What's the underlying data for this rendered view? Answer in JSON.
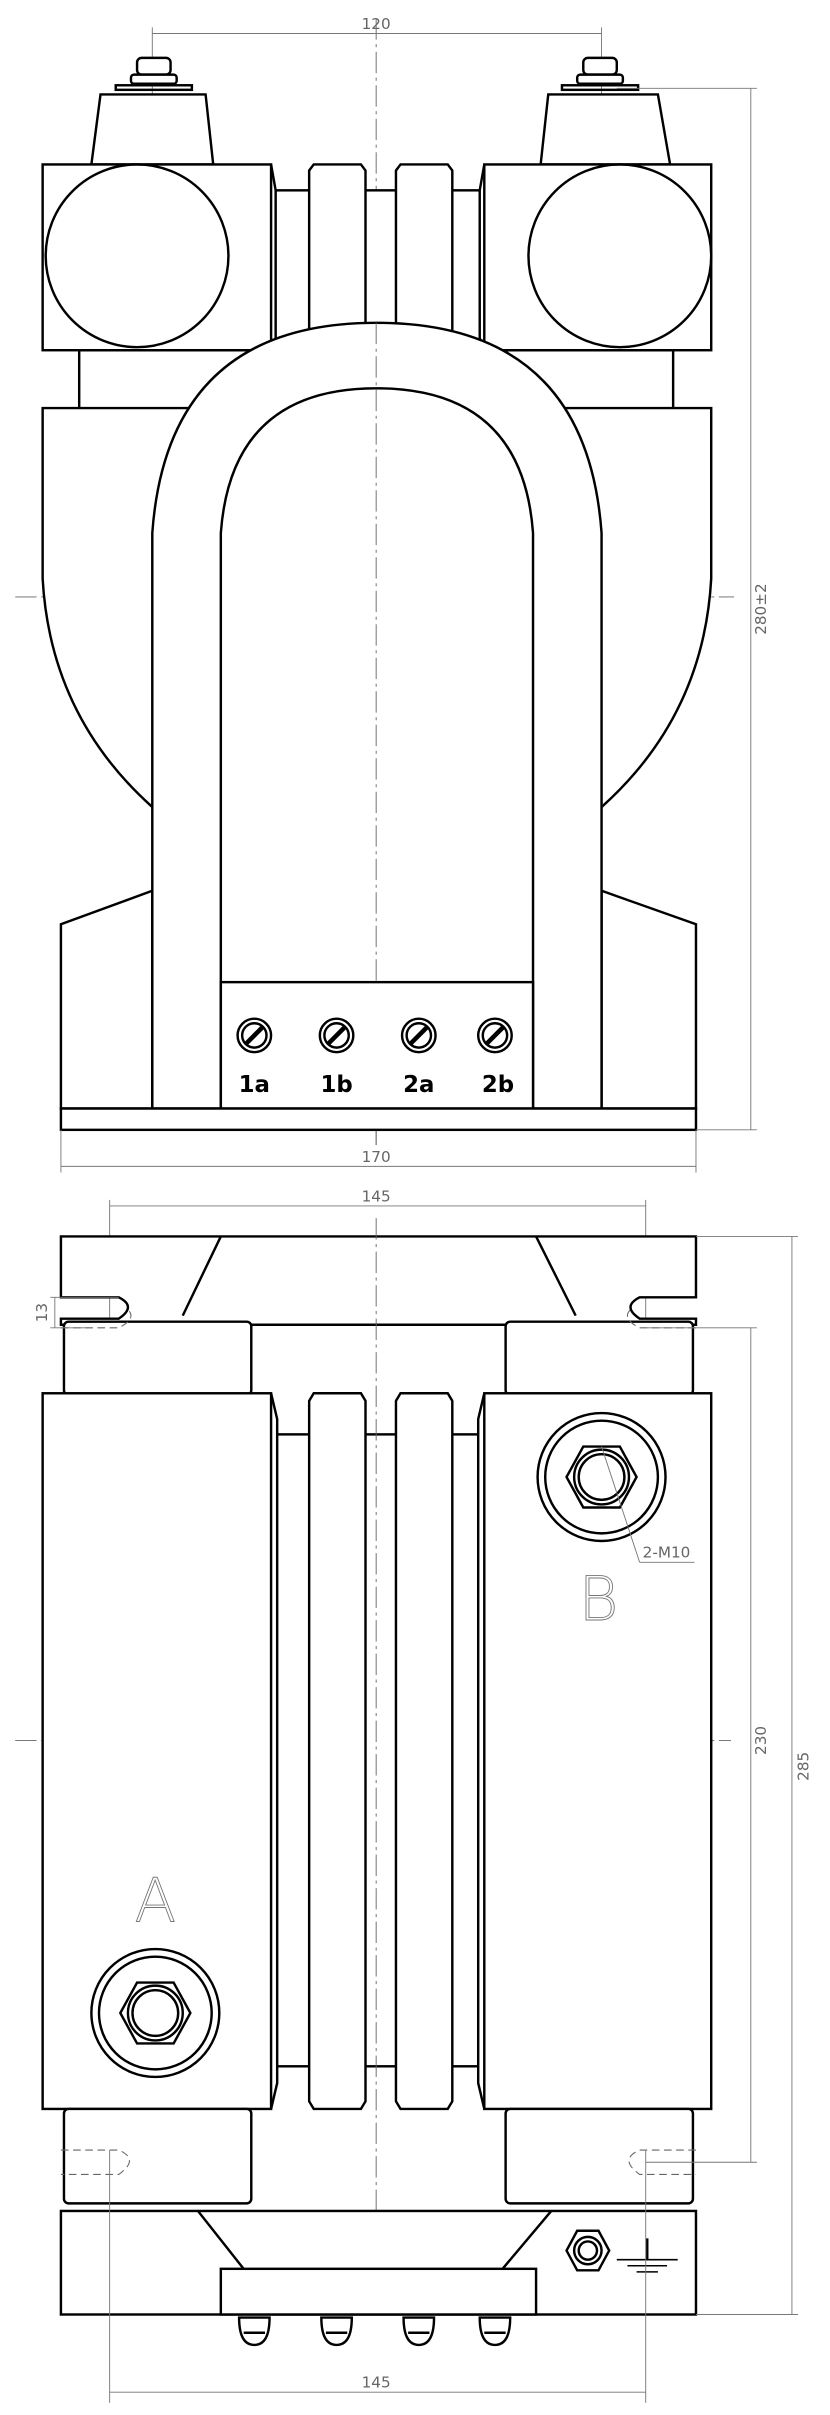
{
  "title": "Transformer outline drawing",
  "front_view": {
    "dim_top": "120",
    "dim_height": "280±2",
    "dim_bottom": "170",
    "terminals": [
      "1a",
      "1b",
      "2a",
      "2b"
    ]
  },
  "bottom_view": {
    "dim_top": "145",
    "dim_slot": "13",
    "dim_inner": "230",
    "dim_outer": "285",
    "dim_bottom": "145",
    "bolt_note": "2-M10",
    "terminal_a": "A",
    "terminal_b": "B"
  },
  "icons": [
    "ground-symbol-icon",
    "hex-nut-icon",
    "screw-icon"
  ]
}
